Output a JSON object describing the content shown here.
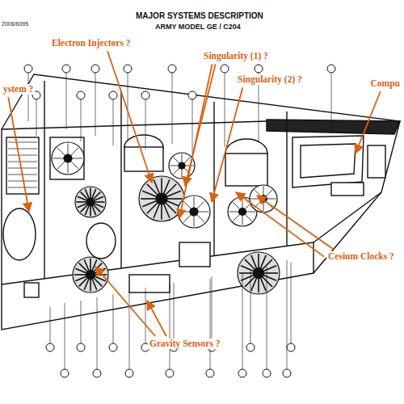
{
  "diagram": {
    "title": "MAJOR SYSTEMS DESCRIPTION",
    "labels": [
      "ARMY MODEL GE / C204",
      "2006/6095",
      "Electron Injectors ?",
      "Singularity (1) ?",
      "Singularity (2) ?",
      "ystem ?",
      "Compu",
      "Cesium Clocks ?",
      "Gravity Sensors ?"
    ]
  }
}
